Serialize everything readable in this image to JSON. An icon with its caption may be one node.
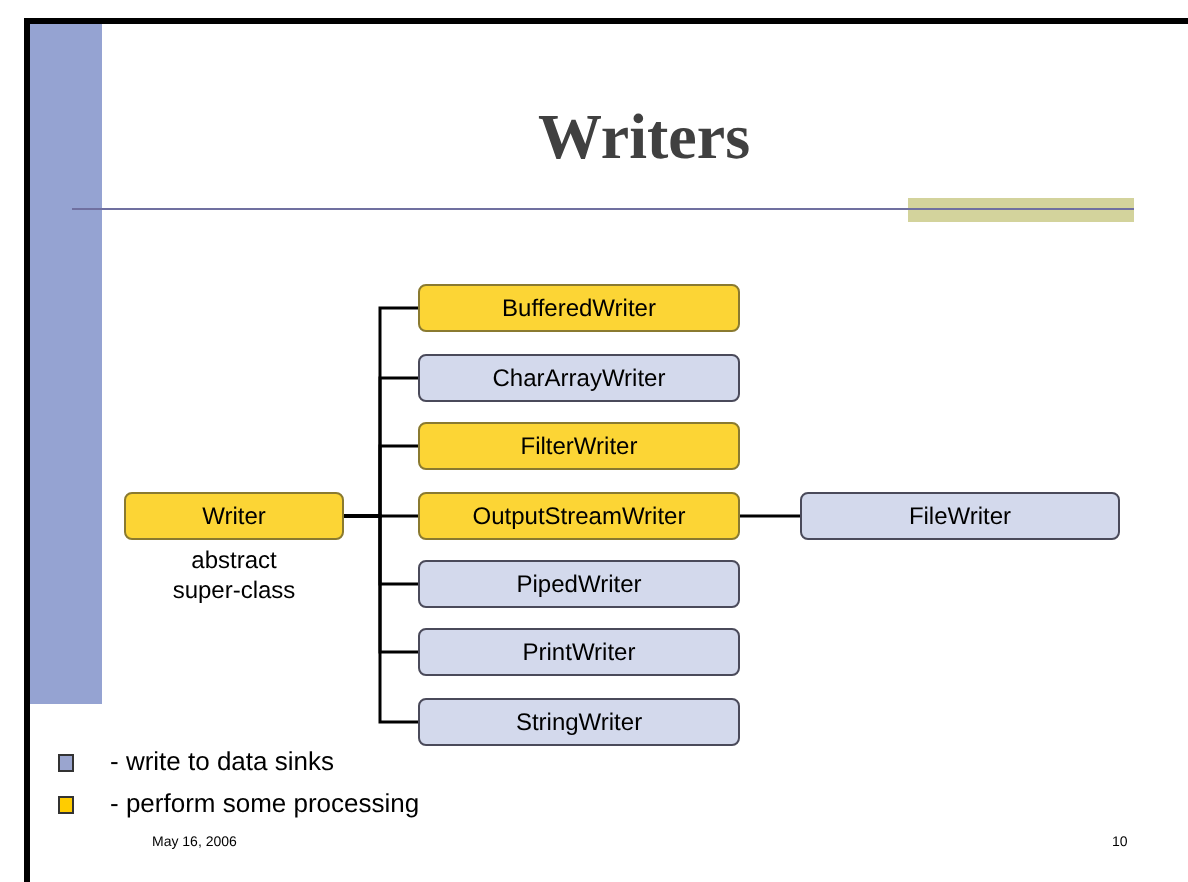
{
  "diagram": {
    "title": "Writers",
    "nodes": [
      {
        "text": [
          "Writer"
        ],
        "beside": [
          "abstract super-class"
        ]
      },
      {
        "text": [
          "BufferedWriter"
        ]
      },
      {
        "text": [
          "CharArrayWriter"
        ]
      },
      {
        "text": [
          "FilterWriter"
        ]
      },
      {
        "text": [
          "OutputStreamWriter"
        ]
      },
      {
        "text": [
          "PipedWriter"
        ]
      },
      {
        "text": [
          "PrintWriter"
        ]
      },
      {
        "text": [
          "StringWriter"
        ]
      },
      {
        "text": [
          "FileWriter"
        ]
      }
    ],
    "edges": [
      {
        "from": 0,
        "to": 1,
        "arrow": "none"
      },
      {
        "from": 0,
        "to": 2,
        "arrow": "none"
      },
      {
        "from": 0,
        "to": 3,
        "arrow": "none"
      },
      {
        "from": 0,
        "to": 4,
        "arrow": "none"
      },
      {
        "from": 0,
        "to": 5,
        "arrow": "none"
      },
      {
        "from": 0,
        "to": 6,
        "arrow": "none"
      },
      {
        "from": 0,
        "to": 7,
        "arrow": "none"
      },
      {
        "from": 4,
        "to": 8,
        "arrow": "none"
      }
    ],
    "labels": [
      "May 16, 2006",
      "10"
    ],
    "legend": [
      {
        "text": "- write to data sinks",
        "color": "#9aa5cf"
      },
      {
        "text": "- perform some processing",
        "color": "#ffcc00"
      }
    ]
  }
}
